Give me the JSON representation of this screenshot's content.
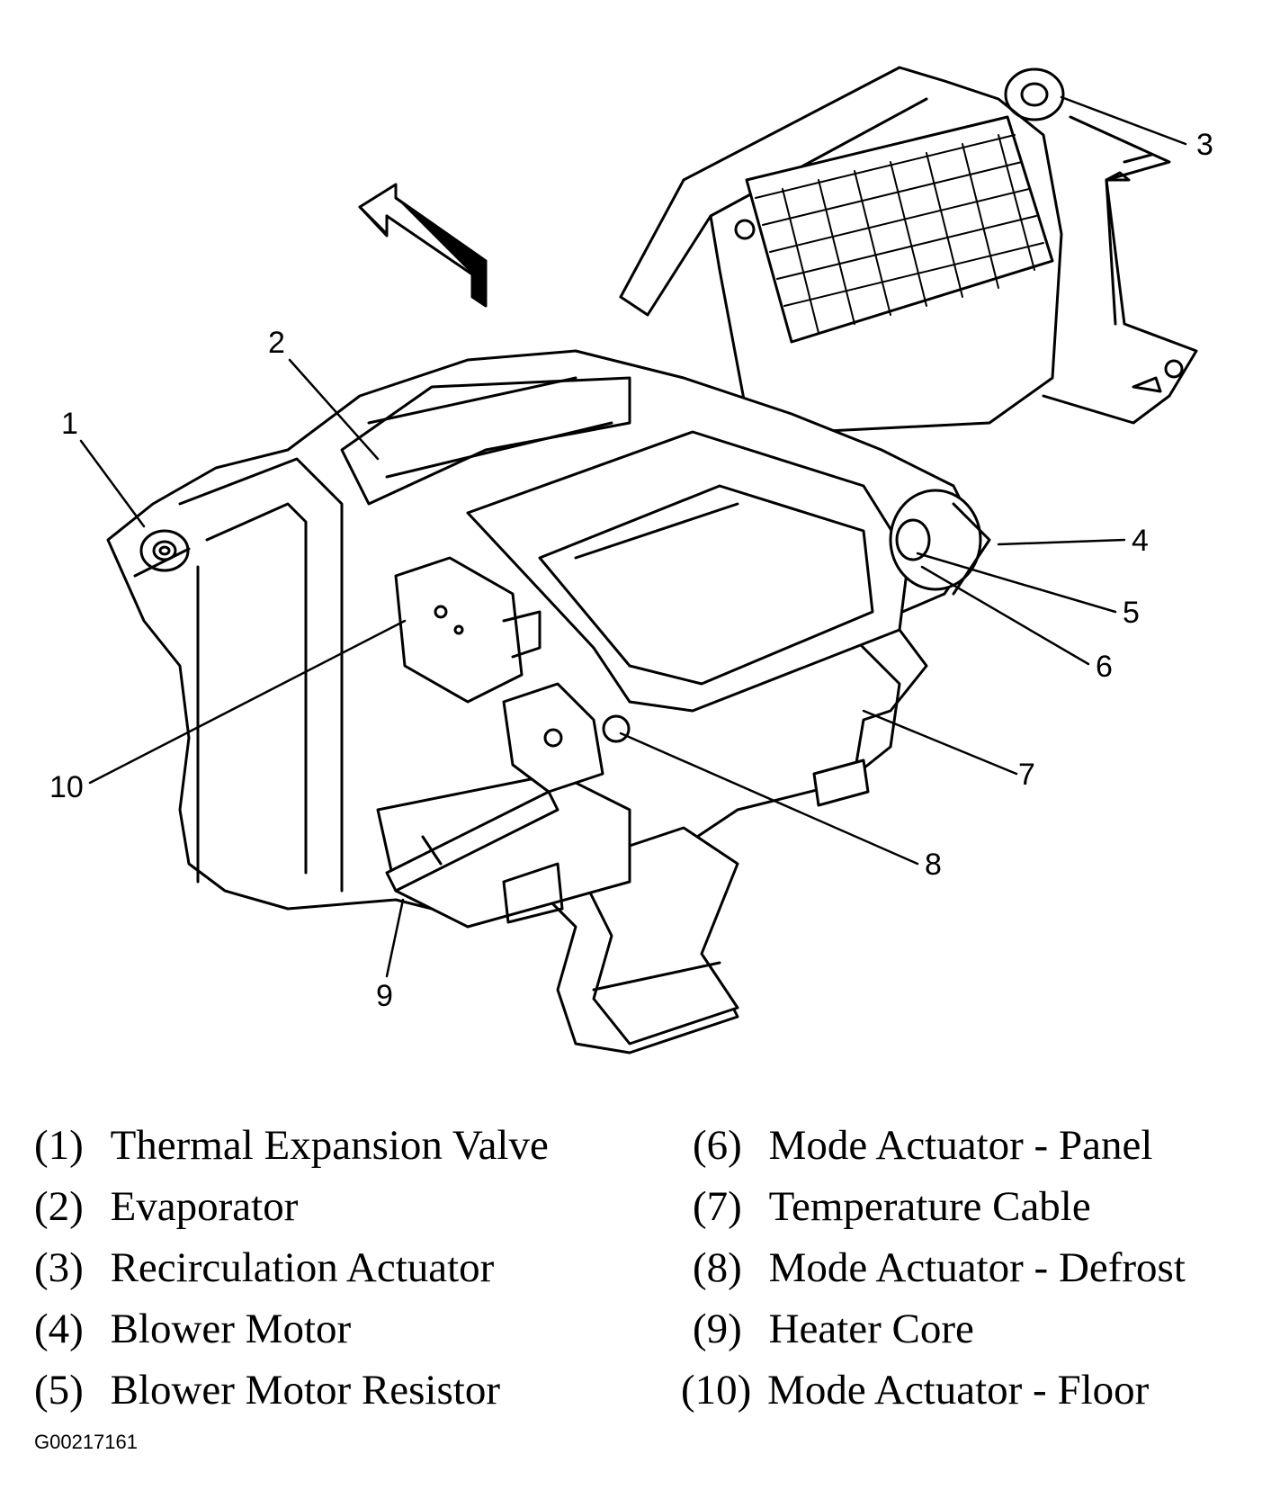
{
  "callouts": [
    {
      "num": "1",
      "label": "Thermal Expansion Valve"
    },
    {
      "num": "2",
      "label": "Evaporator"
    },
    {
      "num": "3",
      "label": "Recirculation Actuator"
    },
    {
      "num": "4",
      "label": "Blower Motor"
    },
    {
      "num": "5",
      "label": "Blower Motor Resistor"
    },
    {
      "num": "6",
      "label": "Mode Actuator - Panel"
    },
    {
      "num": "7",
      "label": "Temperature Cable"
    },
    {
      "num": "8",
      "label": "Mode Actuator - Defrost"
    },
    {
      "num": "9",
      "label": "Heater Core"
    },
    {
      "num": "10",
      "label": "Mode Actuator - Floor"
    }
  ],
  "legend": [
    {
      "num": "(1)",
      "label": "Thermal Expansion Valve"
    },
    {
      "num": "(2)",
      "label": "Evaporator"
    },
    {
      "num": "(3)",
      "label": "Recirculation Actuator"
    },
    {
      "num": "(4)",
      "label": "Blower Motor"
    },
    {
      "num": "(5)",
      "label": "Blower Motor Resistor"
    },
    {
      "num": "(6)",
      "label": "Mode Actuator - Panel"
    },
    {
      "num": "(7)",
      "label": "Temperature Cable"
    },
    {
      "num": "(8)",
      "label": "Mode Actuator - Defrost"
    },
    {
      "num": "(9)",
      "label": "Heater Core"
    },
    {
      "num": "(10)",
      "label": "Mode Actuator - Floor"
    }
  ],
  "figure_id": "G00217161"
}
